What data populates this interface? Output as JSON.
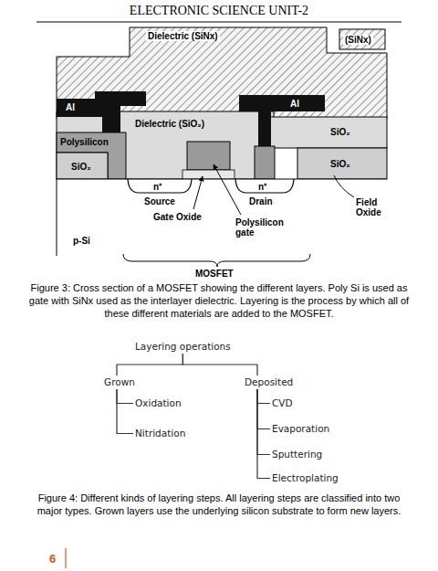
{
  "diagram": {
    "title": "ELECTRONIC SCIENCE UNIT-2",
    "caption": "Figure 4: Different kinds of layering steps. All layering steps are classified into two major types. Grown layers use the underlying silicon substrate to form new layers.",
    "nodes": [
      {
        "text": [
          "Layering operations"
        ]
      },
      {
        "text": [
          "Grown"
        ]
      },
      {
        "text": [
          "Oxidation"
        ]
      },
      {
        "text": [
          "Nitridation"
        ]
      },
      {
        "text": [
          "Deposited"
        ]
      },
      {
        "text": [
          "CVD"
        ]
      },
      {
        "text": [
          "Evaporation"
        ]
      },
      {
        "text": [
          "Sputtering"
        ]
      },
      {
        "text": [
          "Electroplating"
        ]
      }
    ],
    "edges": [
      {
        "from": 0,
        "to": 1,
        "arrow": "none"
      },
      {
        "from": 0,
        "to": 4,
        "arrow": "none"
      },
      {
        "from": 1,
        "to": 2,
        "arrow": "none"
      },
      {
        "from": 1,
        "to": 3,
        "arrow": "none"
      },
      {
        "from": 4,
        "to": 5,
        "arrow": "none"
      },
      {
        "from": 4,
        "to": 6,
        "arrow": "none"
      },
      {
        "from": 4,
        "to": 7,
        "arrow": "none"
      },
      {
        "from": 4,
        "to": 8,
        "arrow": "none"
      }
    ],
    "labels": [
      "Dielectric (SiNx)",
      "(SiNx)",
      "Al",
      "Al",
      "Dielectric (SiO₂)",
      "SiO₂",
      "Polysilicon",
      "SiO₂",
      "SiO₂",
      "n⁺",
      "n⁺",
      "Source",
      "Drain",
      "Gate Oxide",
      "Polysilicon gate",
      "Field Oxide",
      "p-Si",
      "MOSFET",
      "Figure 3: Cross section of a MOSFET showing the different layers. Poly Si is used as gate with SiNx used as the interlayer dielectric. Layering is the process by which all of these different materials are added to the MOSFET.",
      "6"
    ]
  }
}
